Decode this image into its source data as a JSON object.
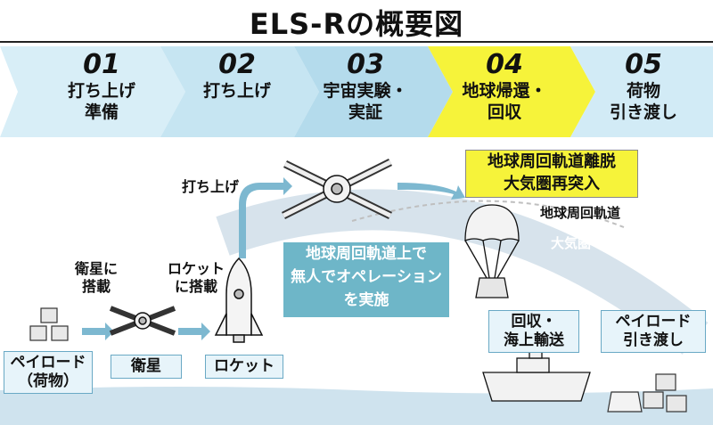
{
  "title": "ELS-Rの概要図",
  "steps": [
    {
      "num": "01",
      "line1": "打ち上げ",
      "line2": "準備"
    },
    {
      "num": "02",
      "line1": "打ち上げ",
      "line2": ""
    },
    {
      "num": "03",
      "line1": "宇宙実験・",
      "line2": "実証"
    },
    {
      "num": "04",
      "line1": "地球帰還・",
      "line2": "回収"
    },
    {
      "num": "05",
      "line1": "荷物",
      "line2": "引き渡し"
    }
  ],
  "labels": {
    "launch": "打ち上げ",
    "sat_mount_1": "衛星に",
    "sat_mount_2": "搭載",
    "rocket_mount_1": "ロケット",
    "rocket_mount_2": "に搭載",
    "payload_1": "ペイロード",
    "payload_2": "（荷物）",
    "satellite": "衛星",
    "rocket": "ロケット",
    "teal_1": "地球周回軌道上で",
    "teal_2": "無人でオペレーション",
    "teal_3": "を実施",
    "yellow_1": "地球周回軌道離脱",
    "yellow_2": "大気圏再突入",
    "orbit": "地球周回軌道",
    "atmosphere": "大気圏",
    "recovery_1": "回収・",
    "recovery_2": "海上輸送",
    "handover_1": "ペイロード",
    "handover_2": "引き渡し"
  },
  "colors": {
    "step_blue": "#cde8f3",
    "step_blue_dark": "#b9ddee",
    "step_yellow": "#f6f33a",
    "teal": "#6eb6c8",
    "sea": "#cfe3ee",
    "arrow": "#7db8d0"
  }
}
